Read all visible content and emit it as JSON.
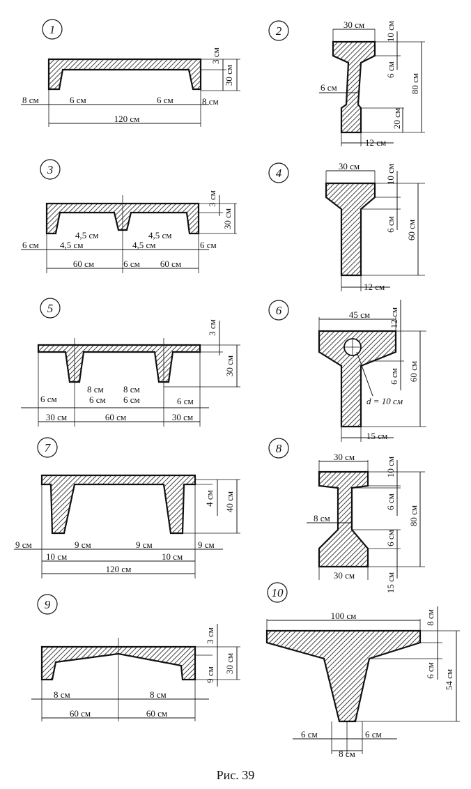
{
  "caption": "Рис. 39",
  "figures": [
    {
      "number": "1",
      "labels": [
        "3 см",
        "30 см",
        "8 см",
        "6 см",
        "6 см",
        "8 см",
        "120 см"
      ]
    },
    {
      "number": "2",
      "labels": [
        "30 см",
        "10 см",
        "6 см",
        "80 см",
        "6 см",
        "20 см",
        "12 см"
      ]
    },
    {
      "number": "3",
      "labels": [
        "3 см",
        "30 см",
        "4,5 см",
        "4,5 см",
        "6 см",
        "4,5 см",
        "4,5 см",
        "6 см",
        "60 см",
        "6 см",
        "60 см"
      ]
    },
    {
      "number": "4",
      "labels": [
        "30 см",
        "10 см",
        "6 см",
        "60 см",
        "12 см"
      ]
    },
    {
      "number": "5",
      "labels": [
        "3 см",
        "30 см",
        "6 см",
        "8 см",
        "6 см",
        "8 см",
        "6 см",
        "6 см",
        "30 см",
        "60 см",
        "30 см"
      ]
    },
    {
      "number": "6",
      "labels": [
        "45 см",
        "12 см",
        "6 см",
        "60 см",
        "d = 10 см",
        "15 см"
      ]
    },
    {
      "number": "7",
      "labels": [
        "4 см",
        "40 см",
        "9 см",
        "9 см",
        "9 см",
        "9 см",
        "10 см",
        "10 см",
        "120 см"
      ]
    },
    {
      "number": "8",
      "labels": [
        "30 см",
        "10 см",
        "6 см",
        "80 см",
        "8 см",
        "6 см",
        "30 см",
        "15 см"
      ]
    },
    {
      "number": "9",
      "labels": [
        "3 см",
        "9 см",
        "30 см",
        "8 см",
        "8 см",
        "60 см",
        "60 см"
      ]
    },
    {
      "number": "10",
      "labels": [
        "100 см",
        "8 см",
        "6 см",
        "54 см",
        "6 см",
        "6 см",
        "8 см"
      ]
    }
  ]
}
